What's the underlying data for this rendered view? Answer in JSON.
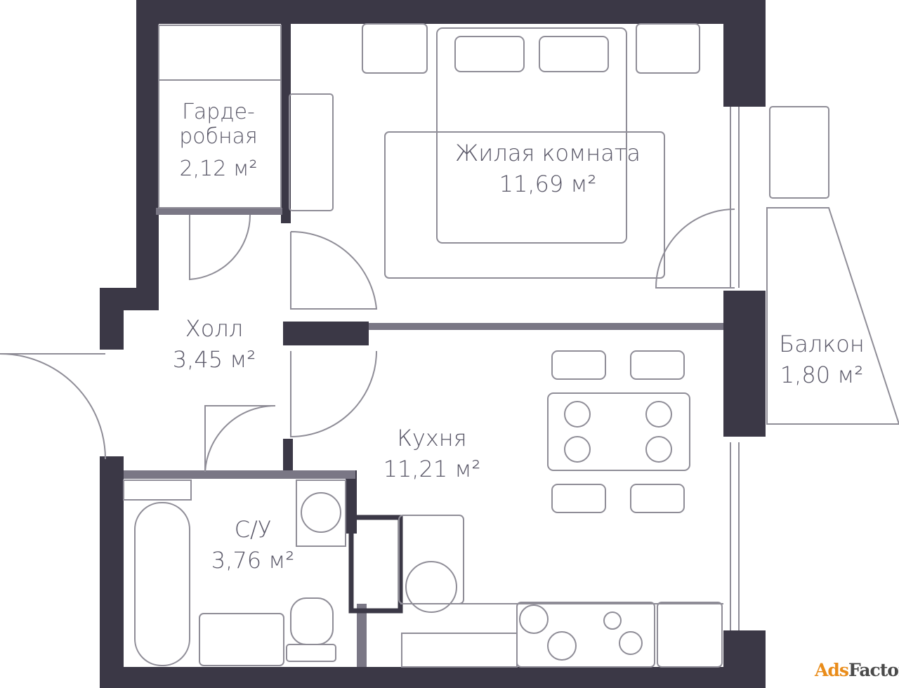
{
  "colors": {
    "wall": "#3b3846",
    "partition": "#7a7785",
    "line": "#8f8d97",
    "text": "#5a5868"
  },
  "rooms": {
    "wardrobe": {
      "name_line1": "Гарде-",
      "name_line2": "робная",
      "area": "2,12 м²"
    },
    "living": {
      "name": "Жилая комната",
      "area": "11,69 м²"
    },
    "hall": {
      "name": "Холл",
      "area": "3,45 м²"
    },
    "bath": {
      "name": "С/У",
      "area": "3,76 м²"
    },
    "kitchen": {
      "name": "Кухня",
      "area": "11,21 м²"
    },
    "balcony": {
      "name": "Балкон",
      "area": "1,80 м²"
    }
  },
  "watermark": {
    "text_a": "Ads",
    "text_b": "Factory"
  }
}
